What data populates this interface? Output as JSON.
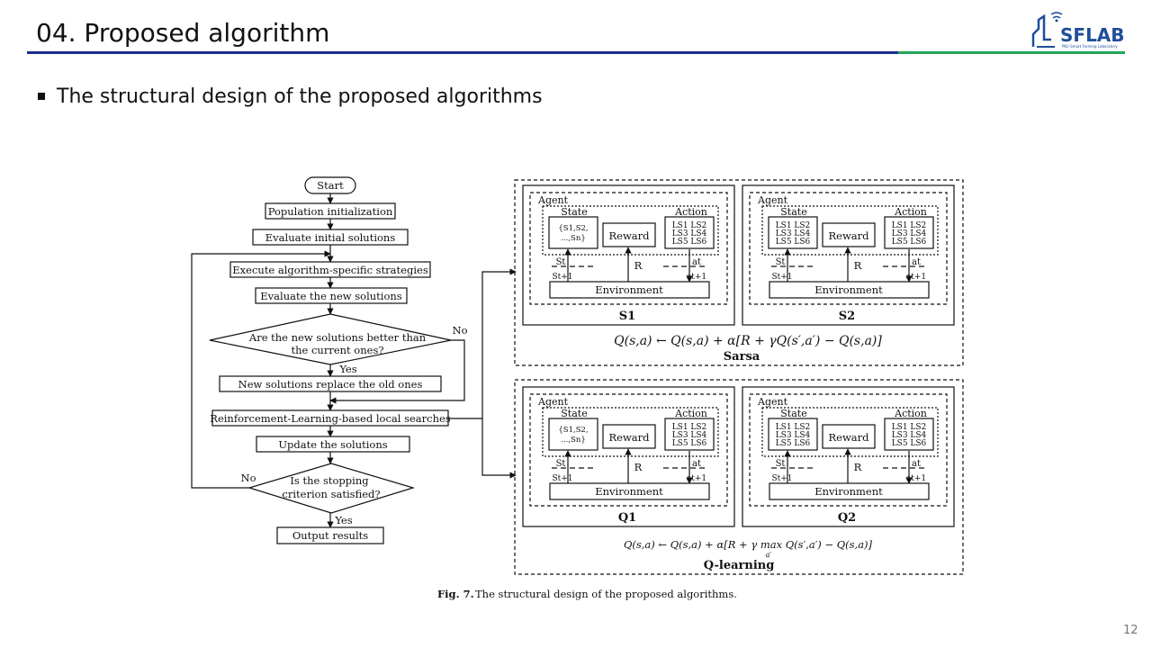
{
  "header": {
    "title": "04. Proposed algorithm",
    "logo": {
      "text": "SFLAB",
      "subtext": "PKU Smart Farming Laboratory"
    }
  },
  "bullet": {
    "text": "The structural design of the proposed algorithms"
  },
  "flowchart": {
    "start": "Start",
    "population_init": "Population initialization",
    "evaluate_initial": "Evaluate initial solutions",
    "execute_strategies": "Execute algorithm-specific strategies",
    "evaluate_new": "Evaluate the new solutions",
    "decision1_line1": "Are the new solutions better than",
    "decision1_line2": "the current ones?",
    "no1": "No",
    "yes1": "Yes",
    "replace": "New solutions replace the old ones",
    "rl_search": "Reinforcement-Learning-based local searches",
    "update": "Update the solutions",
    "decision2_line1": "Is the stopping",
    "decision2_line2": "criterion satisfied?",
    "no2": "No",
    "yes2": "Yes",
    "output": "Output results"
  },
  "panels": {
    "agent": "Agent",
    "state": "State",
    "action": "Action",
    "reward": "Reward",
    "environment": "Environment",
    "r": "R",
    "s_t": "St",
    "s_t1": "St+1",
    "a_t": "at",
    "a_t1": "at+1",
    "state_set_1": "{S1,S2,",
    "state_set_2": "...,Sn}",
    "ls_row1": "LS1 LS2",
    "ls_row2": "LS3 LS4",
    "ls_row3": "LS5 LS6",
    "sarsa": {
      "left_label": "S1",
      "right_label": "S2",
      "formula": "Q(s,a) ← Q(s,a) + α[R + γQ(s′,a′) − Q(s,a)]",
      "name": "Sarsa"
    },
    "qlearning": {
      "left_label": "Q1",
      "right_label": "Q2",
      "formula": "Q(s,a) ← Q(s,a) + α[R + γ max Q(s′,a′) − Q(s,a)]",
      "formula_sub": "a′",
      "name": "Q-learning"
    }
  },
  "caption": {
    "label": "Fig. 7.",
    "text": "The structural design of the proposed algorithms."
  },
  "page_number": "12",
  "colors": {
    "title_rule": "#1f2b8f",
    "accent_rule": "#21a65a",
    "logo": "#1f4e9a"
  }
}
